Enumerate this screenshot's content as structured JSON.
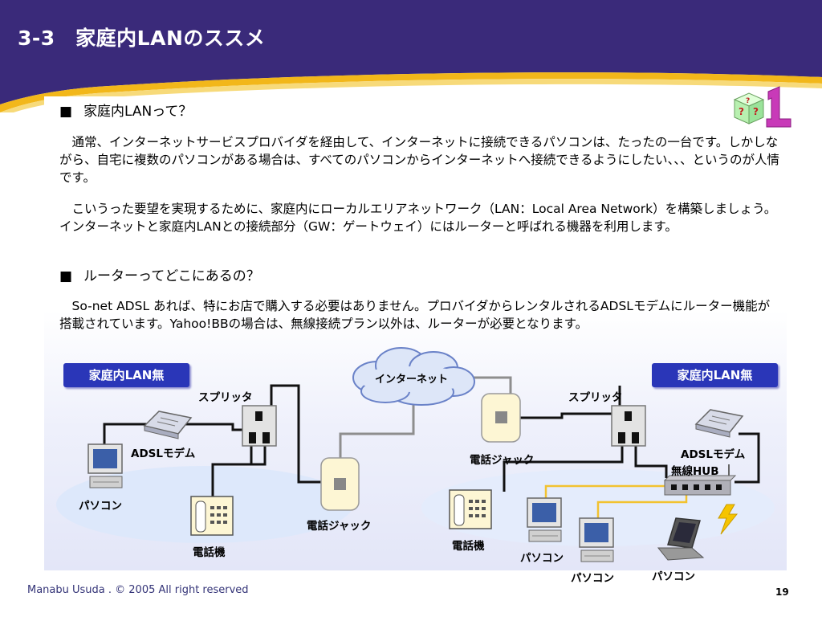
{
  "slide": {
    "title": "3-3　家庭内LANのススメ",
    "section1": {
      "bullet": "■",
      "heading": "家庭内LANって？"
    },
    "para1": "通常、インターネットサービスプロバイダを経由して、インターネットに接続できるパソコンは、たったの一台です。しかしながら、自宅に複数のパソコンがある場合は、すべてのパソコンからインターネットへ接続できるようにしたい、、、というのが人情です。",
    "para2": "こいうった要望を実現するために、家庭内にローカルエリアネットワーク（LAN：Local Area Network）を構築しましょう。インターネットと家庭内LANとの接続部分（GW：ゲートウェイ）にはルーターと呼ばれる機器を利用します。",
    "section2": {
      "bullet": "■",
      "heading": "ルーターってどこにあるの？"
    },
    "para3": "So-net ADSL あれば、特にお店で購入する必要はありません。プロバイダからレンタルされるADSLモデムにルーター機能が搭載されています。Yahoo!BBの場合は、無線接続プラン以外は、ルーターが必要となります。"
  },
  "diagram": {
    "internet": "インターネット",
    "left": {
      "badge": "家庭内LAN無",
      "splitter": "スプリッタ",
      "modem": "ADSLモデム",
      "pc": "パソコン",
      "phone": "電話機",
      "jack": "電話ジャック"
    },
    "right": {
      "badge": "家庭内LAN無",
      "splitter": "スプリッタ",
      "jack": "電話ジャック",
      "modem": "ADSLモデム",
      "hub": "無線HUB",
      "phone": "電話機",
      "pc1": "パソコン",
      "pc2": "パソコン",
      "pc3": "パソコン"
    }
  },
  "footer": {
    "copyright": "Manabu Usuda . © 2005 All right reserved",
    "page": "19"
  },
  "colors": {
    "header": "#3a2a7a",
    "accent_gold": "#f2b71a",
    "badge": "#2a36b8"
  }
}
